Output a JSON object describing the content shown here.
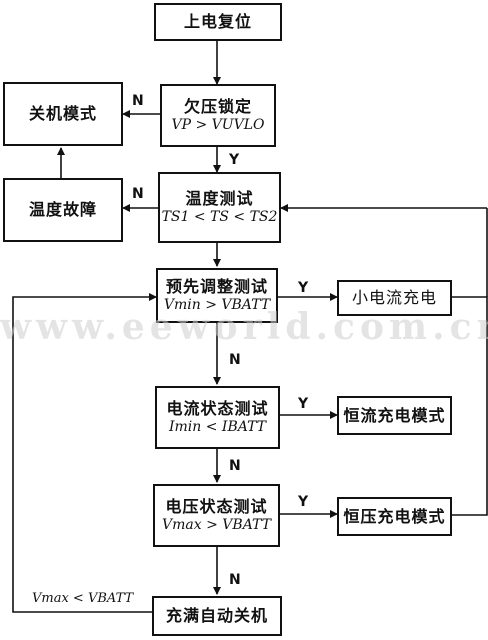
{
  "nodes": {
    "power_on_reset": "上电复位",
    "undervoltage_lockout": {
      "title": "欠压锁定",
      "cond": "VP > VUVLO"
    },
    "shutdown_mode": "关机模式",
    "temperature_test": {
      "title": "温度测试",
      "cond": "TS1 < TS < TS2"
    },
    "temperature_fault": "温度故障",
    "precondition_test": {
      "title": "预先调整测试",
      "cond": "Vmin > VBATT"
    },
    "trickle_charge": "小电流充电",
    "current_state_test": {
      "title": "电流状态测试",
      "cond": "Imin < IBATT"
    },
    "constant_current_mode": "恒流充电模式",
    "voltage_state_test": {
      "title": "电压状态测试",
      "cond": "Vmax > VBATT"
    },
    "constant_voltage_mode": "恒压充电模式",
    "full_auto_shutdown": "充满自动关机"
  },
  "edge_labels": {
    "yes": "Y",
    "no": "N"
  },
  "loop_condition": "Vmax < VBATT",
  "watermark": "www.eeworld.com.cn"
}
